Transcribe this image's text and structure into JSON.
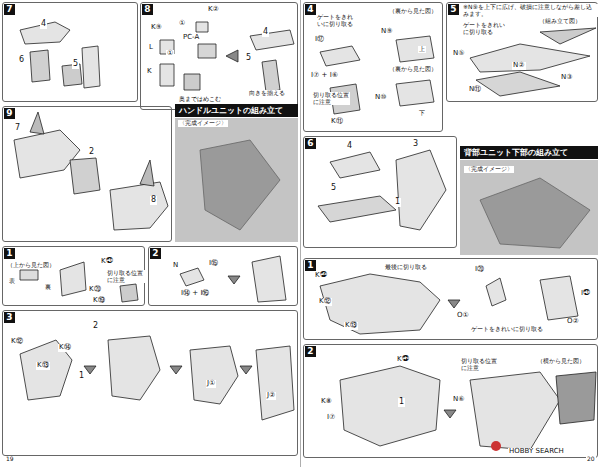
{
  "diagram": {
    "nodes": [
      {
        "text": [
          "7"
        ]
      },
      {
        "text": [
          "8"
        ]
      },
      {
        "text": [
          "9"
        ]
      },
      {
        "text": [
          "ハンドルユニットの組み立て"
        ]
      },
      {
        "text": [
          "1"
        ]
      },
      {
        "text": [
          "2"
        ]
      },
      {
        "text": [
          "3"
        ]
      },
      {
        "text": [
          "4"
        ]
      },
      {
        "text": [
          "5"
        ]
      },
      {
        "text": [
          "6"
        ]
      },
      {
        "text": [
          "背部ユニット下部の組み立て"
        ]
      },
      {
        "text": [
          "1"
        ]
      },
      {
        "text": [
          "2"
        ]
      }
    ],
    "labels": [
      "4",
      "6",
      "5",
      "K②",
      "K⑨",
      "①",
      "PC-A",
      "L",
      "①",
      "K",
      "奥まではめこむ",
      "4",
      "5",
      "向きを揃える",
      "7",
      "2",
      "8",
      "〈完成イメージ〉",
      "（上から見た図）",
      "表",
      "裏",
      "K㉑",
      "切り取る位置に注意",
      "K⑳",
      "K⑲",
      "N",
      "I⑮",
      "I⑭ + I⑯",
      "K⑫",
      "K⑬",
      "K⑭",
      "2",
      "1",
      "J①",
      "J②",
      "19",
      "ゲートをきれいに切り取る",
      "I⑰",
      "I⑦ + I⑥",
      "切り取る位置に注意",
      "K⑪",
      "（裏から見た図）",
      "N⑨",
      "上",
      "（裏から見た図）",
      "N⑩",
      "下",
      "※N⑨を上下に広げ、破損に注意しながら差し込みます。",
      "ゲートをきれいに切り取る",
      "（組み立て図）",
      "N⑤",
      "N②",
      "N③",
      "N⑪",
      "4",
      "3",
      "5",
      "1",
      "〈完成イメージ〉",
      "K㉔",
      "最後に切り取る",
      "K⑫",
      "K⑬",
      "I⑳",
      "I㉑",
      "O①",
      "ゲートをきれいに切り取る",
      "O②",
      "K㉓",
      "K⑧",
      "I⑦",
      "1",
      "切り取る位置に注意",
      "N⑥",
      "（横から見た図）",
      "20",
      "HOBBY SEARCH"
    ]
  }
}
